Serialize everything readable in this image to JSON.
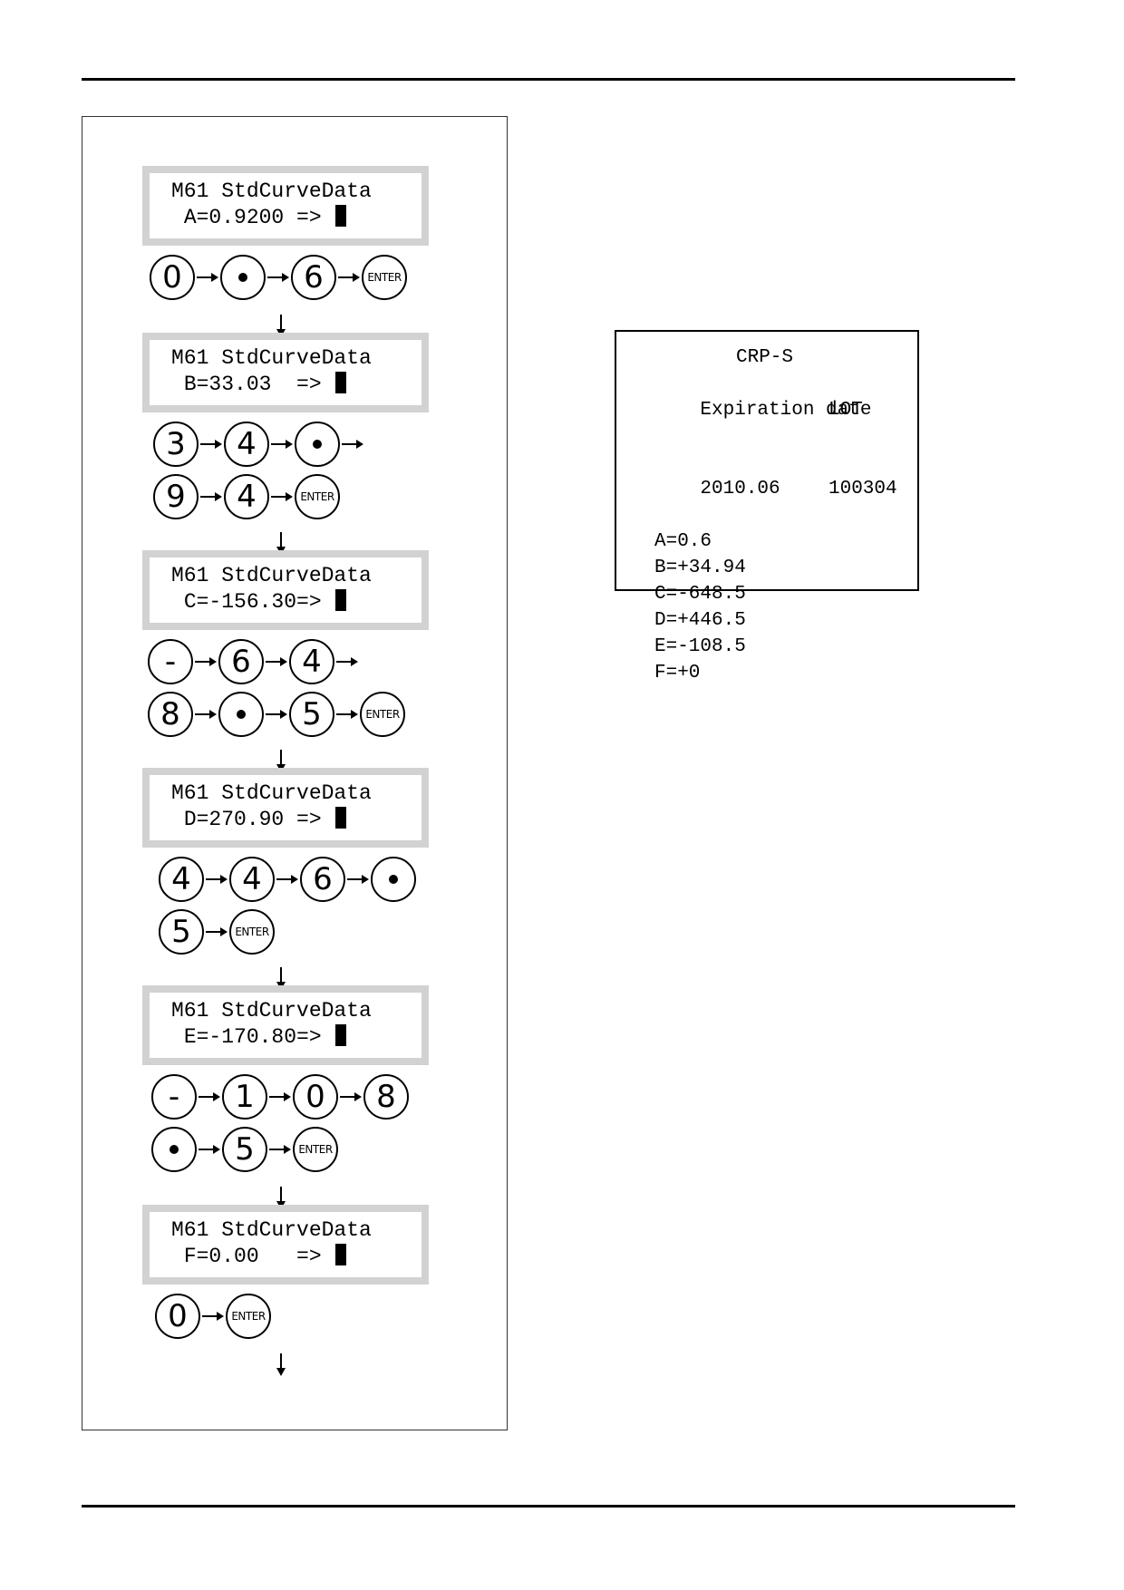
{
  "steps": [
    {
      "lcd_title": "M61 StdCurveData",
      "lcd_value": "A=0.9200 =>",
      "key_rows": [
        [
          "0",
          "dot",
          "6",
          "ENTER"
        ]
      ]
    },
    {
      "lcd_title": "M61 StdCurveData",
      "lcd_value": "B=33.03  =>",
      "key_rows": [
        [
          "3",
          "4",
          "dot",
          ">"
        ],
        [
          "9",
          "4",
          "ENTER"
        ]
      ]
    },
    {
      "lcd_title": "M61 StdCurveData",
      "lcd_value": "C=-156.30=>",
      "key_rows": [
        [
          "-",
          "6",
          "4",
          ">"
        ],
        [
          "8",
          "dot",
          "5",
          "ENTER"
        ]
      ]
    },
    {
      "lcd_title": "M61 StdCurveData",
      "lcd_value": "D=270.90 =>",
      "key_rows": [
        [
          "4",
          "4",
          "6",
          "dot"
        ],
        [
          "5",
          "ENTER"
        ]
      ]
    },
    {
      "lcd_title": "M61 StdCurveData",
      "lcd_value": "E=-170.80=>",
      "key_rows": [
        [
          "-",
          "1",
          "0",
          "8"
        ],
        [
          "dot",
          "5",
          "ENTER"
        ]
      ]
    },
    {
      "lcd_title": "M61 StdCurveData",
      "lcd_value": "F=0.00   =>",
      "key_rows": [
        [
          "0",
          "ENTER"
        ]
      ]
    }
  ],
  "enter_label": "ENTER",
  "card": {
    "title": "CRP-S",
    "header_left": "Expiration date",
    "header_right": "LOT",
    "date": "2010.06",
    "lot": "100304",
    "lines": [
      "A=0.6",
      "B=+34.94",
      "C=-648.5",
      "D=+446.5",
      "E=-108.5",
      "F=+0"
    ]
  }
}
